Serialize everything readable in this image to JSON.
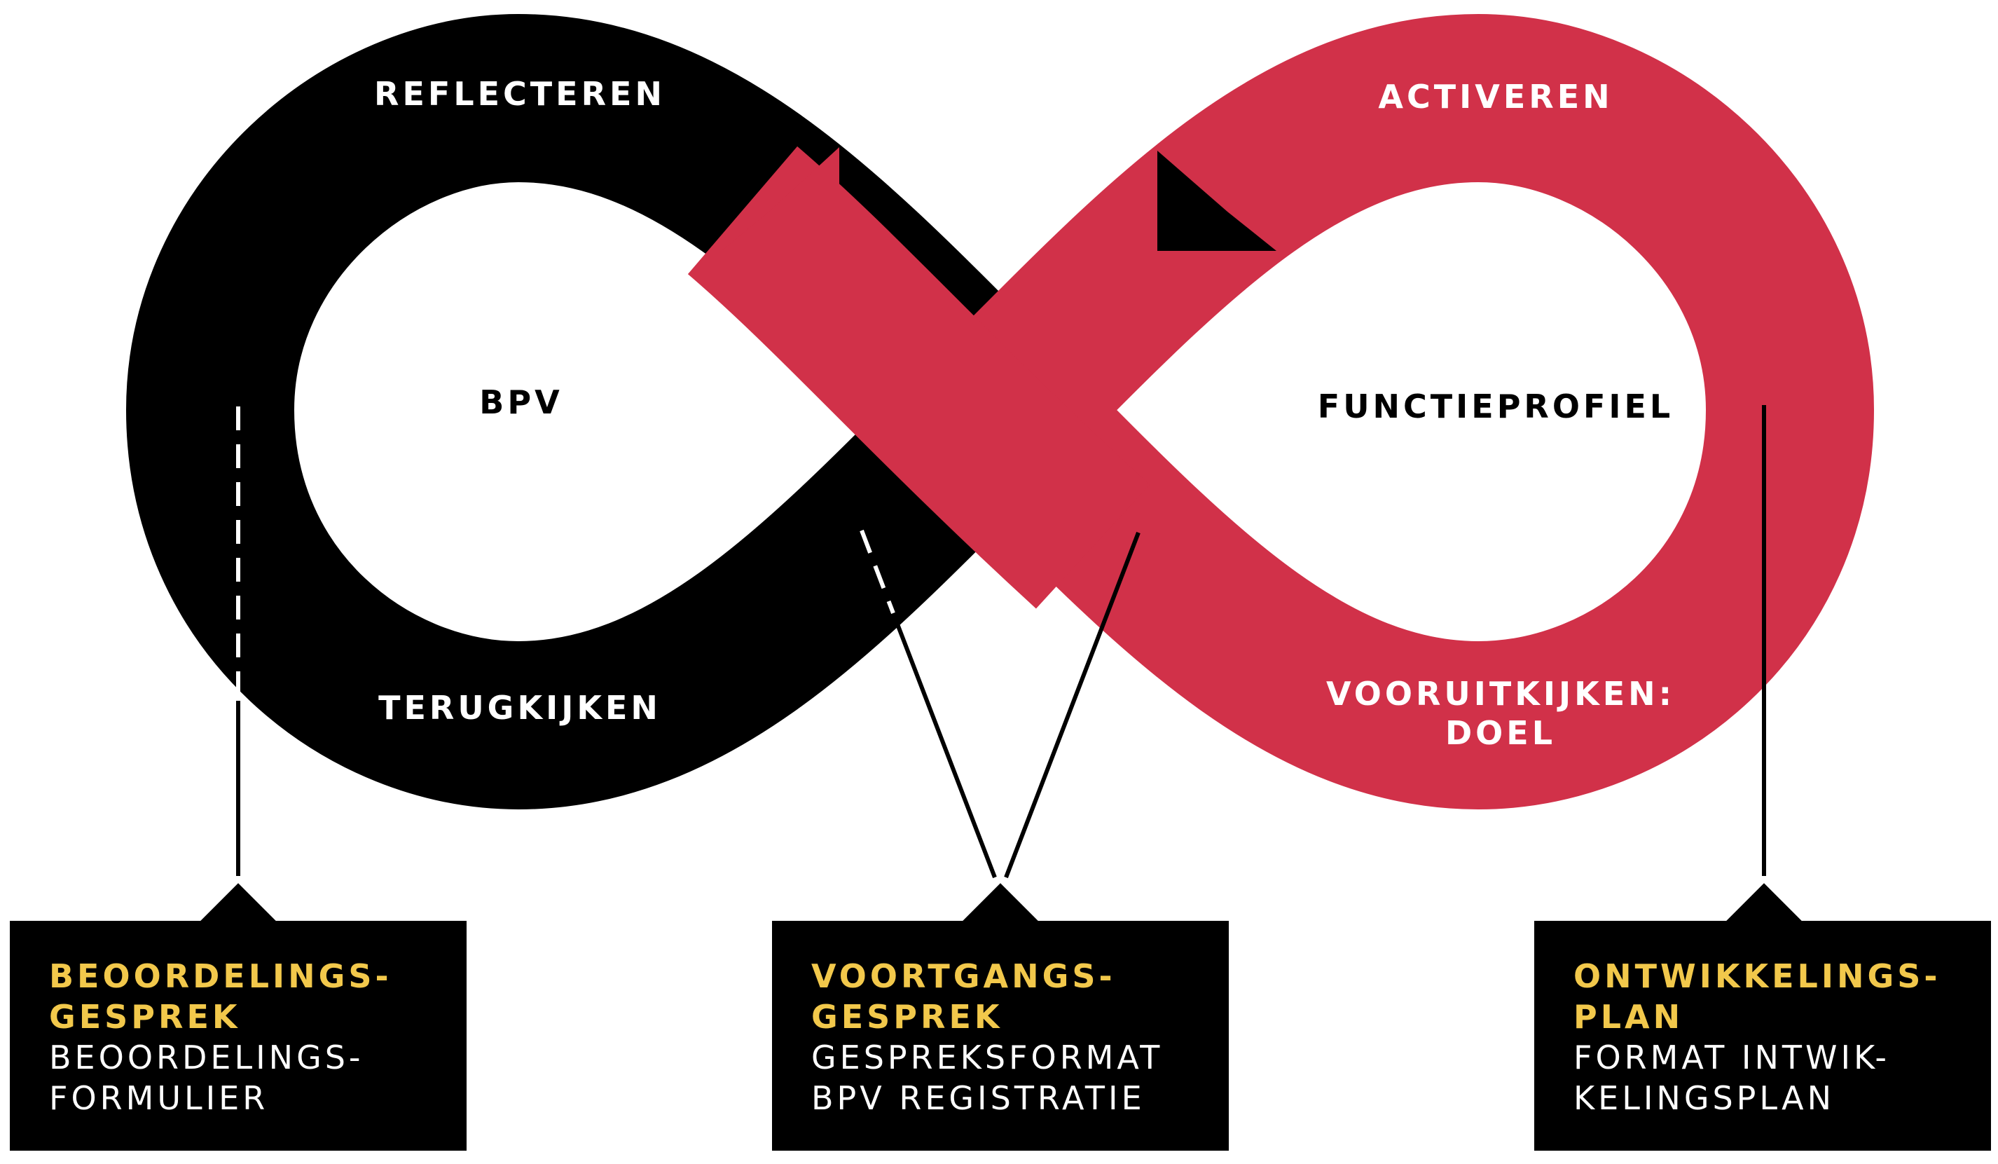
{
  "colors": {
    "black": "#000000",
    "red": "#d13149",
    "yellow": "#f2c84b",
    "white": "#ffffff"
  },
  "loop": {
    "left_top": "REFLECTEREN",
    "left_bottom": "TERUGKIJKEN",
    "left_center": "BPV",
    "right_top": "ACTIVEREN",
    "right_center": "FUNCTIEPROFIEL",
    "right_bottom_line1": "VOORUITKIJKEN:",
    "right_bottom_line2": "DOEL"
  },
  "boxes": [
    {
      "title_line1": "BEOORDELINGS-",
      "title_line2": "GESPREK",
      "sub_line1": "BEOORDELINGS-",
      "sub_line2": "FORMULIER"
    },
    {
      "title_line1": "VOORTGANGS-",
      "title_line2": "GESPREK",
      "sub_line1": "GESPREKSFORMAT",
      "sub_line2": "BPV REGISTRATIE"
    },
    {
      "title_line1": "ONTWIKKELINGS-",
      "title_line2": "PLAN",
      "sub_line1": "FORMAT INTWIK-",
      "sub_line2": "KELINGSPLAN"
    }
  ]
}
